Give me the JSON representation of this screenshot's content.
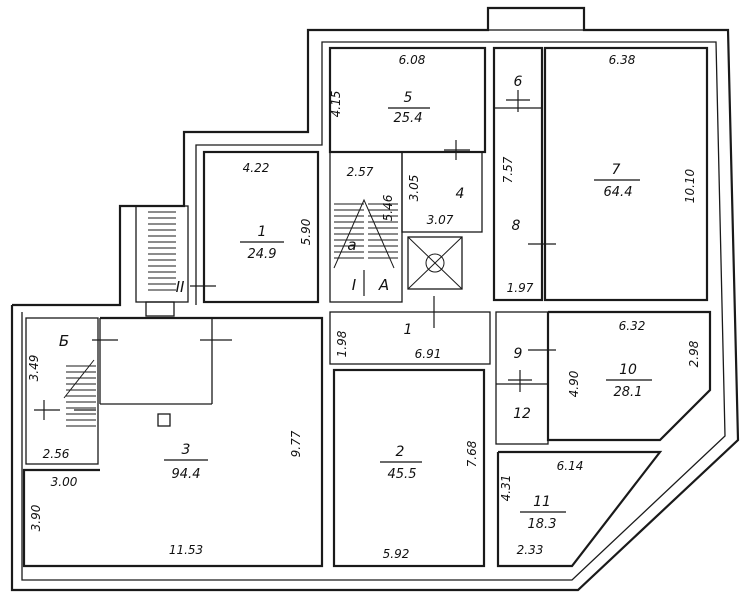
{
  "rooms": [
    {
      "id": "1",
      "area": "24.9"
    },
    {
      "id": "2",
      "area": "45.5"
    },
    {
      "id": "3",
      "area": "94.4"
    },
    {
      "id": "5",
      "area": "25.4"
    },
    {
      "id": "7",
      "area": "64.4"
    },
    {
      "id": "10",
      "area": "28.1"
    },
    {
      "id": "11",
      "area": "18.3"
    }
  ],
  "unlabeled_rooms": [
    "4",
    "6",
    "8",
    "9",
    "12",
    "1"
  ],
  "letters": [
    "а",
    "Б",
    "А",
    "I",
    "II"
  ],
  "dimensions": [
    "6.08",
    "4.15",
    "6.38",
    "4.22",
    "2.57",
    "5.46",
    "3.05",
    "3.07",
    "7.57",
    "10.10",
    "5.90",
    "1.97",
    "1.98",
    "6.91",
    "6.32",
    "2.98",
    "4.90",
    "3.49",
    "2.56",
    "3.00",
    "9.77",
    "7.68",
    "6.14",
    "4.31",
    "3.90",
    "11.53",
    "5.92",
    "2.33"
  ]
}
